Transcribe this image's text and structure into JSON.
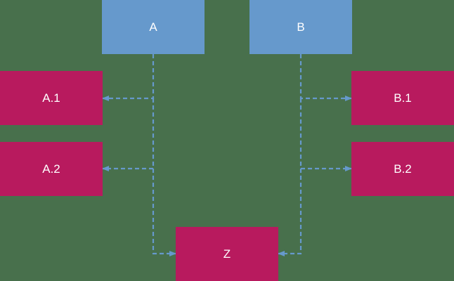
{
  "diagram": {
    "colors": {
      "background": "#48704c",
      "root_fill": "#6699cc",
      "leaf_fill": "#b81a5e",
      "edge": "#6699cc",
      "text": "#ffffff"
    },
    "nodes": {
      "a": {
        "label": "A"
      },
      "b": {
        "label": "B"
      },
      "a1": {
        "label": "A.1"
      },
      "a2": {
        "label": "A.2"
      },
      "b1": {
        "label": "B.1"
      },
      "b2": {
        "label": "B.2"
      },
      "z": {
        "label": "Z"
      }
    },
    "edges": [
      {
        "from": "A",
        "to": "A.1",
        "style": "dashed"
      },
      {
        "from": "A",
        "to": "A.2",
        "style": "dashed"
      },
      {
        "from": "A",
        "to": "Z",
        "style": "dashed"
      },
      {
        "from": "B",
        "to": "B.1",
        "style": "dashed"
      },
      {
        "from": "B",
        "to": "B.2",
        "style": "dashed"
      },
      {
        "from": "B",
        "to": "Z",
        "style": "dashed"
      }
    ]
  }
}
